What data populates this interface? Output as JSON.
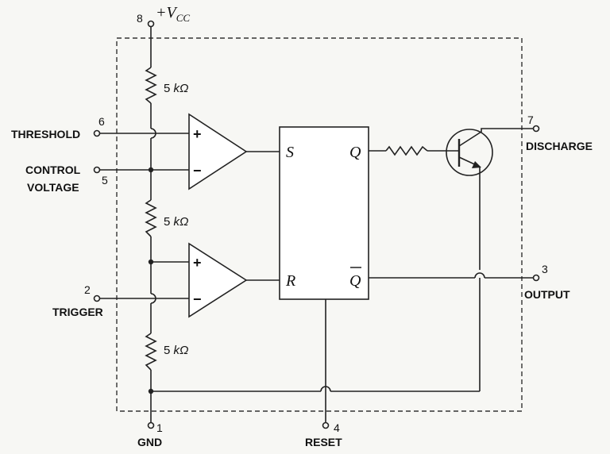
{
  "supply": {
    "prefix": "+",
    "symbol": "V",
    "subscript": "CC"
  },
  "resistors": [
    {
      "value": "5 ",
      "unit": "kΩ"
    },
    {
      "value": "5 ",
      "unit": "kΩ"
    },
    {
      "value": "5 ",
      "unit": "kΩ"
    }
  ],
  "pins": {
    "vcc": {
      "number": "8"
    },
    "threshold": {
      "number": "6",
      "label": "THRESHOLD"
    },
    "control": {
      "number": "5",
      "label_line1": "CONTROL",
      "label_line2": "VOLTAGE"
    },
    "trigger": {
      "number": "2",
      "label": "TRIGGER"
    },
    "gnd": {
      "number": "1",
      "label": "GND"
    },
    "reset": {
      "number": "4",
      "label": "RESET"
    },
    "output": {
      "number": "3",
      "label": "OUTPUT"
    },
    "discharge": {
      "number": "7",
      "label": "DISCHARGE"
    }
  },
  "comparators": [
    {
      "plus": "+",
      "minus": "−"
    },
    {
      "plus": "+",
      "minus": "−"
    }
  ],
  "flipflop": {
    "s": "S",
    "r": "R",
    "q": "Q",
    "qbar": "Q"
  }
}
